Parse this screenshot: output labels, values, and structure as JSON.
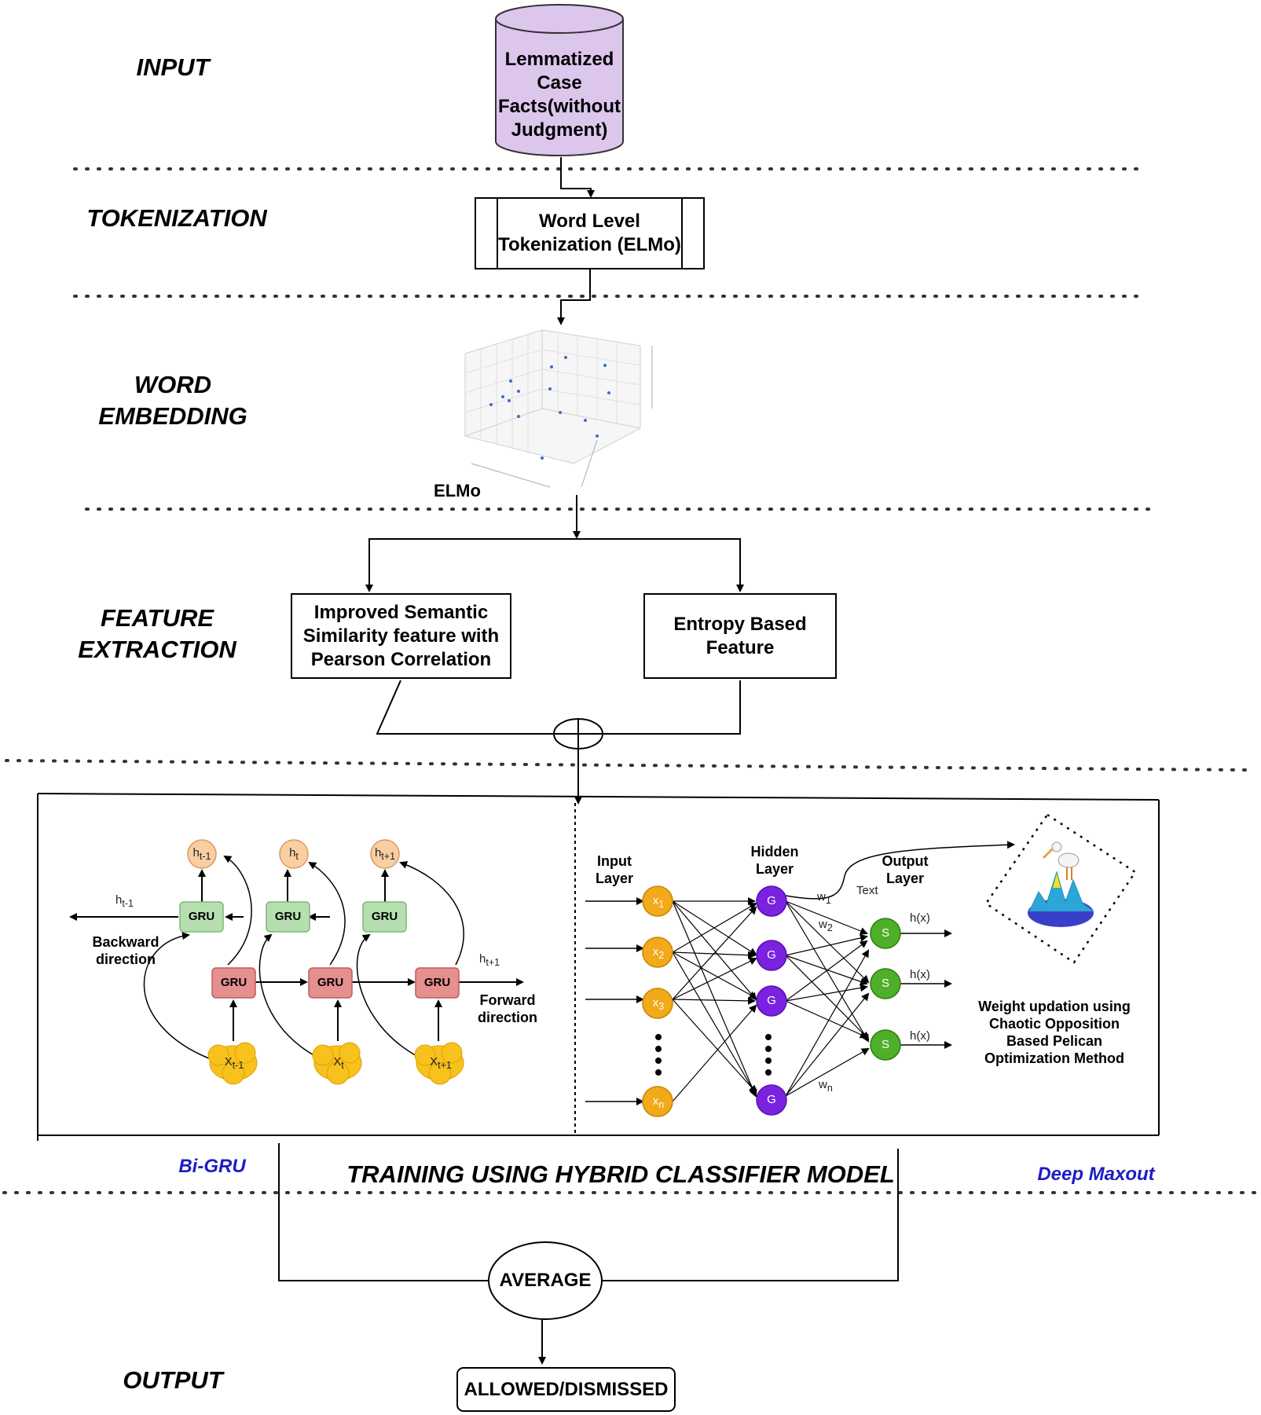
{
  "stages": {
    "input": "INPUT",
    "tokenization": "TOKENIZATION",
    "word_embedding": "WORD EMBEDDING",
    "feature_extraction": "FEATURE EXTRACTION",
    "training": "TRAINING USING HYBRID CLASSIFIER MODEL",
    "output": "OUTPUT"
  },
  "input_db": "Lemmatized Case Facts(without Judgment)",
  "tokenizer": "Word Level Tokenization (ELMo)",
  "embedding_label": "ELMo",
  "features": {
    "semantic": "Improved Semantic Similarity feature with Pearson Correlation",
    "entropy": "Entropy Based Feature"
  },
  "bigru": {
    "name": "Bi-GRU",
    "gru_label": "GRU",
    "backward": "Backward direction",
    "forward": "Forward direction"
  },
  "maxout": {
    "name": "Deep Maxout",
    "input_layer": "Input Layer",
    "hidden_layer": "Hidden Layer",
    "output_layer": "Output Layer",
    "hidden_node": "G",
    "output_node": "S",
    "text_label": "Text",
    "weight_update": "Weight updation using Chaotic Opposition Based Pelican Optimization Method"
  },
  "average": "AVERAGE",
  "result": "ALLOWED/DISMISSED",
  "colors": {
    "db_fill": "#dcc6ec",
    "gru_green": "#b6dfb0",
    "gru_red": "#e58f8f",
    "h_node": "#f9cfa2",
    "x_cloud": "#f7c21e",
    "input_node": "#f2a91a",
    "hidden_node": "#7a22e0",
    "output_node": "#4fae2a",
    "label_blue": "#1c1cc8"
  }
}
